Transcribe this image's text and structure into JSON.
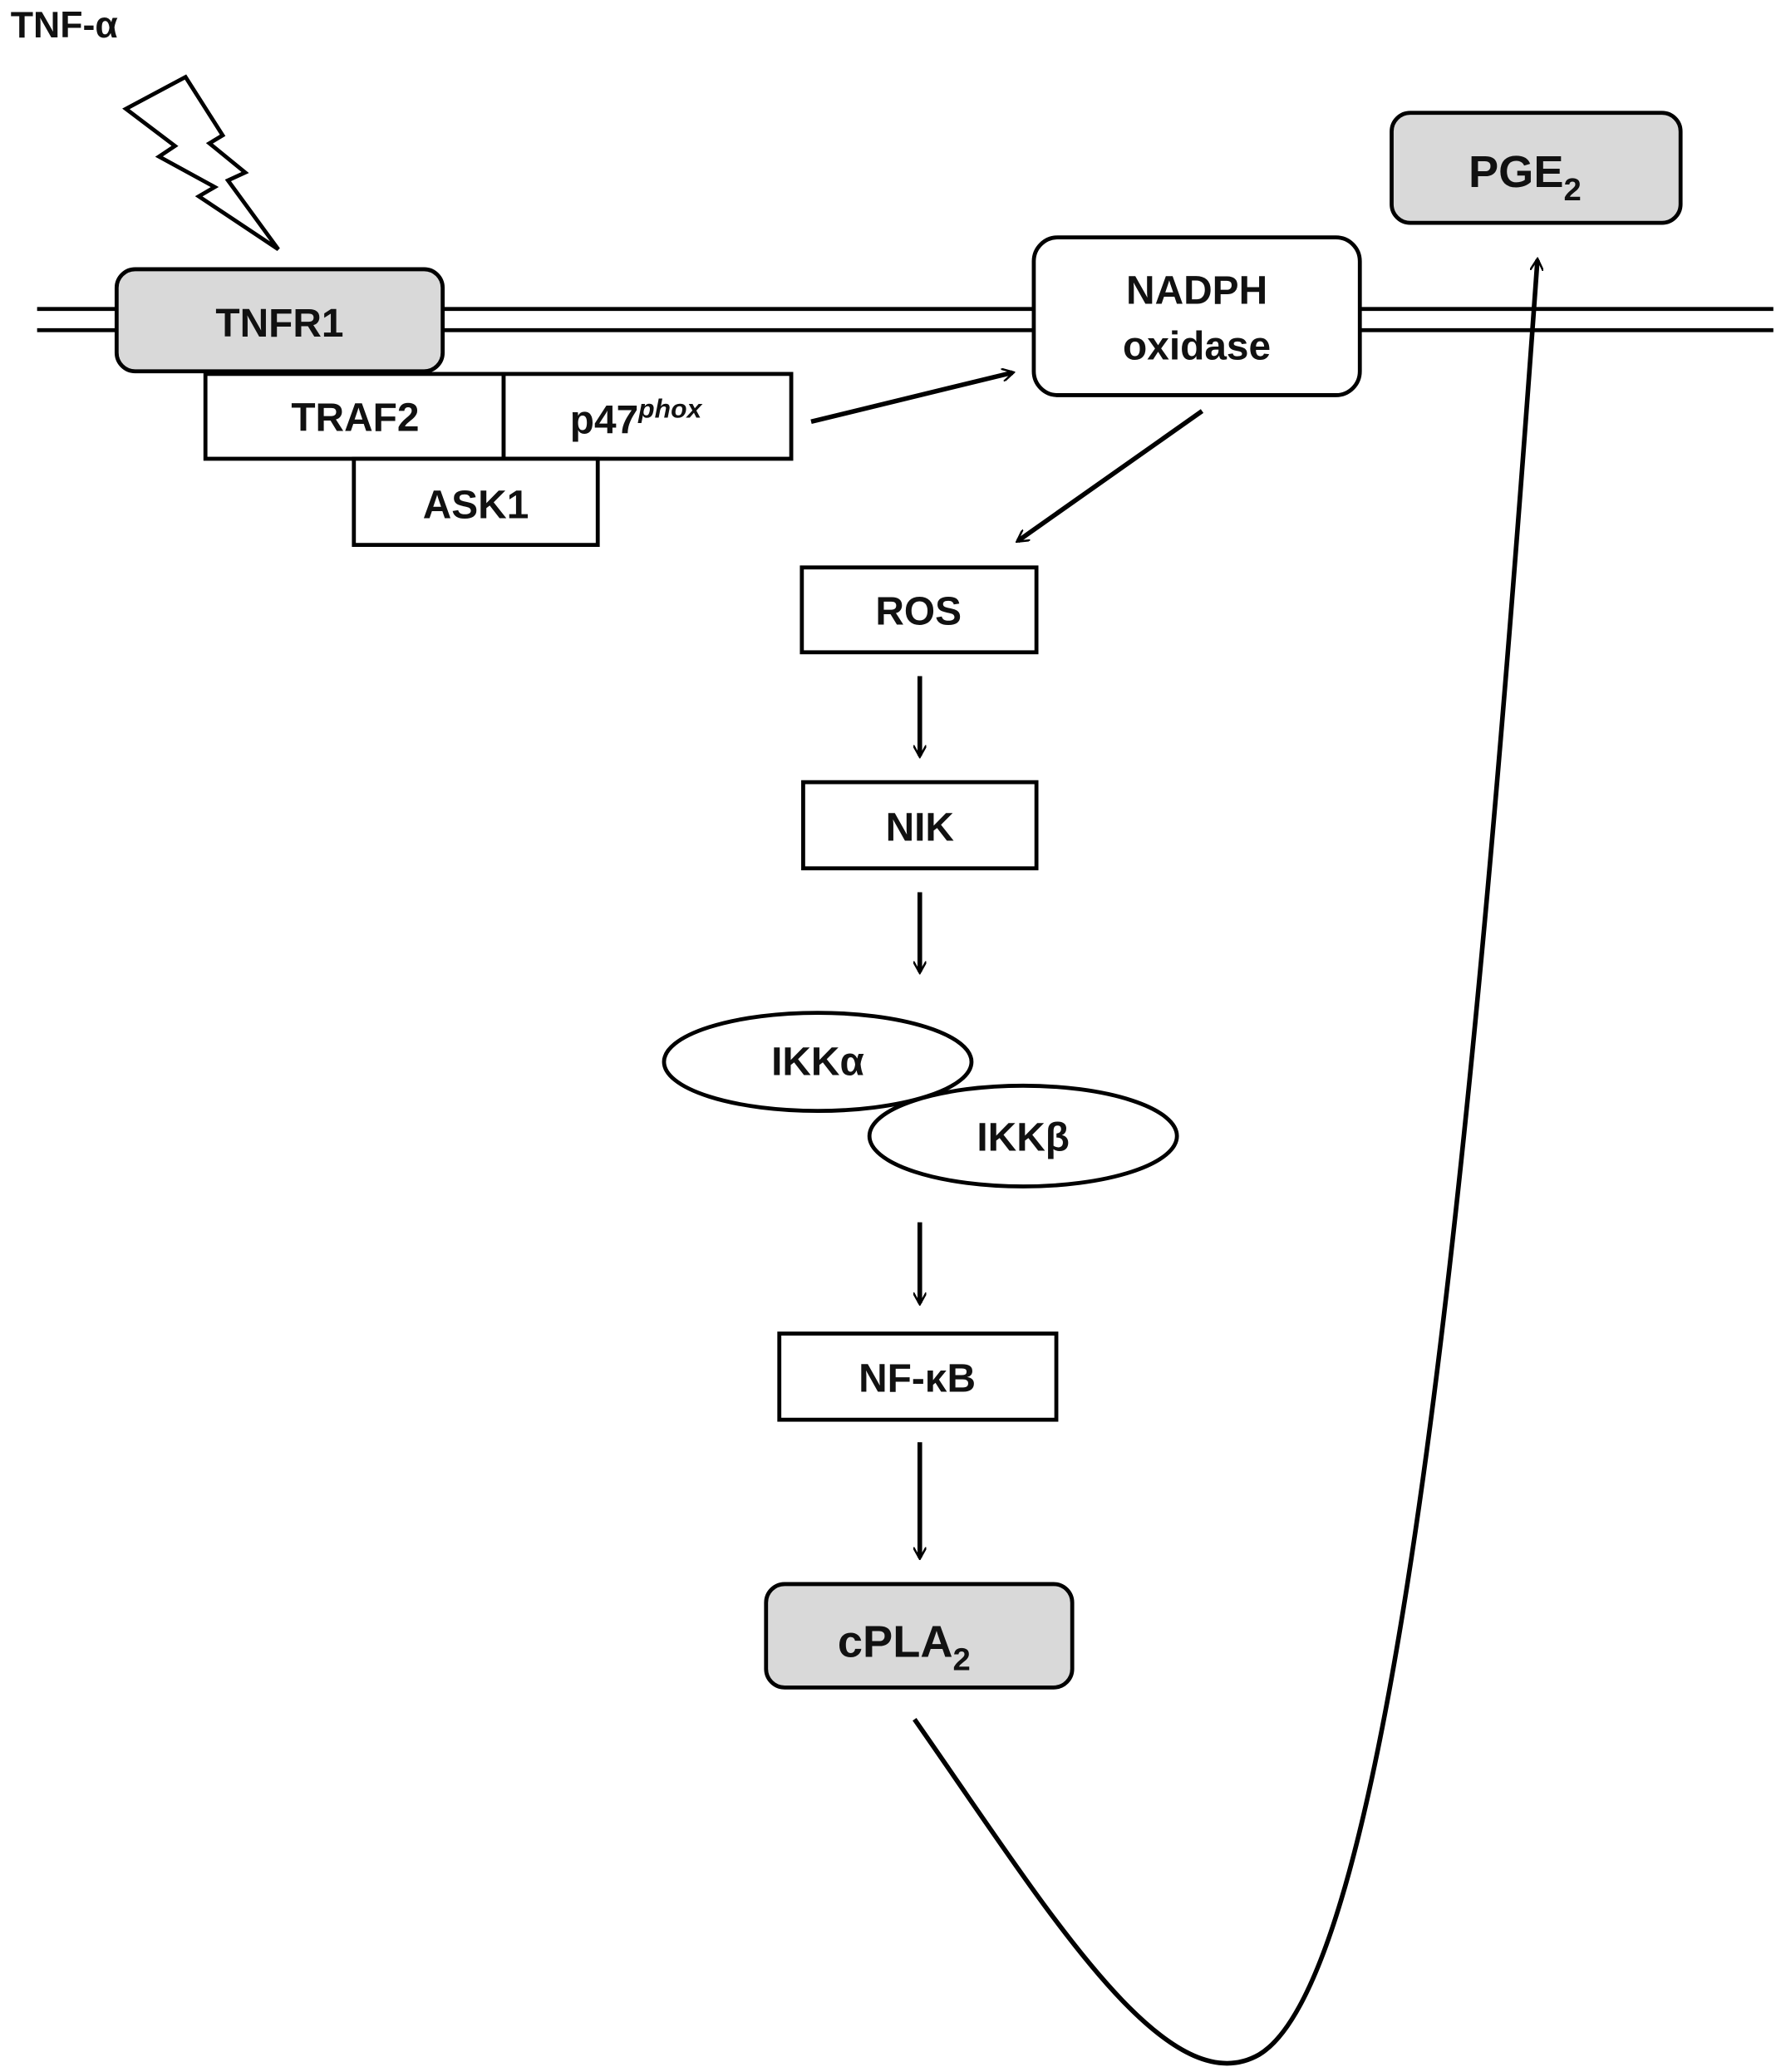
{
  "stimulus": "TNF-α",
  "nodes": {
    "tnfr1": "TNFR1",
    "traf2": "TRAF2",
    "p47": "p47",
    "p47_sup": "phox",
    "ask1": "ASK1",
    "nadph_line1": "NADPH",
    "nadph_line2": "oxidase",
    "pge2": "PGE",
    "pge2_sub": "2",
    "ros": "ROS",
    "nik": "NIK",
    "ikka": "IKKα",
    "ikkb": "IKKβ",
    "nfkb": "NF-κB",
    "cpla2": "cPLA",
    "cpla2_sub": "2"
  },
  "colors": {
    "gray_fill": "#d9d9d9",
    "white_fill": "#ffffff",
    "stroke": "#000000"
  }
}
